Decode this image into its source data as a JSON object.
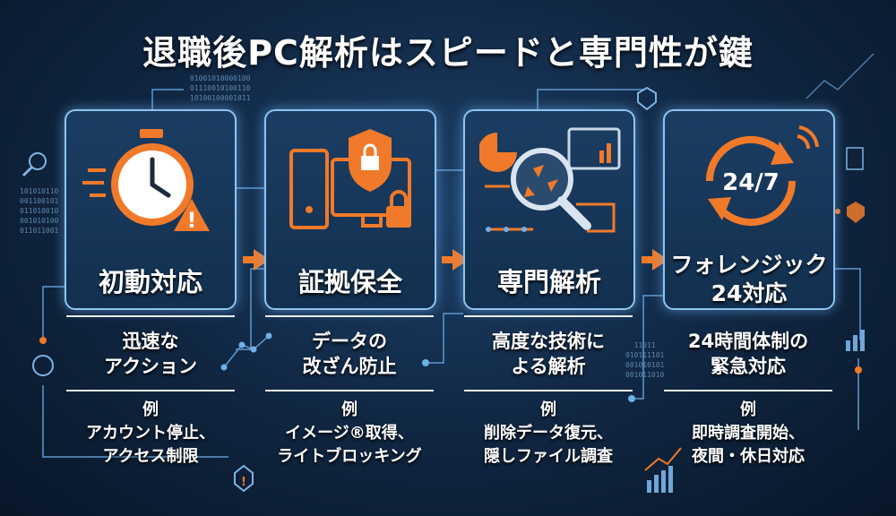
{
  "title": "退職後PC解析はスピードと専門性が鍵",
  "steps": [
    {
      "label": "初動対応",
      "main": [
        "迅速な",
        "アクション"
      ],
      "example_heading": "例",
      "examples": [
        "アカウント停止、",
        "アクセス制限"
      ]
    },
    {
      "label": "証拠保全",
      "main": [
        "データの",
        "改ざん防止"
      ],
      "example_heading": "例",
      "examples": [
        "イメージ®取得、",
        "ライトブロッキング"
      ]
    },
    {
      "label": "専門解析",
      "main": [
        "高度な技術に",
        "よる解析"
      ],
      "example_heading": "例",
      "examples": [
        "削除データ復元、",
        "隠しファイル調査"
      ]
    },
    {
      "label_lines": [
        "フォレンジック",
        "24対応"
      ],
      "icon_text": "24/7",
      "main": [
        "24時間体制の",
        "緊急対応"
      ],
      "example_heading": "例",
      "examples": [
        "即時調査開始、",
        "夜間・休日対応"
      ]
    }
  ],
  "binary": {
    "top": "01001010000100\n01110010100110\n10100100001011",
    "left": "101010110\n001100101\n011010010\n001010100\n011011001",
    "mid": "  11011\n010111101\n001010101\n001011010"
  },
  "colors": {
    "accent": "#f07a2a",
    "frame": "#8fc4f0",
    "bg": "#0f2540"
  }
}
